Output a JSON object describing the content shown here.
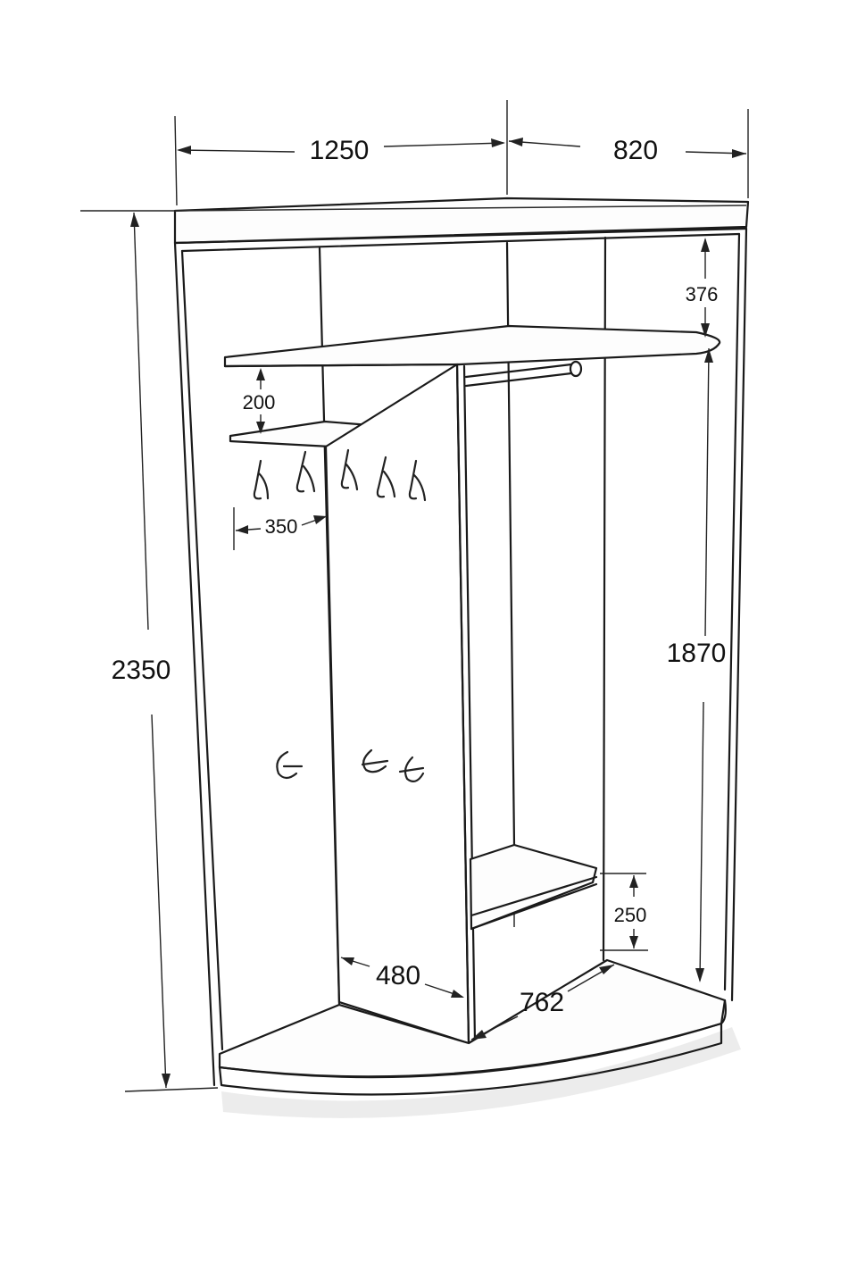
{
  "dimensions": {
    "total_width_left": "1250",
    "total_width_right": "820",
    "total_height": "2350",
    "top_gap": "376",
    "shelf_gap": "200",
    "shelf_depth": "350",
    "hanging_height": "1870",
    "bottom_shelf_height": "250",
    "panel_depth": "480",
    "bottom_width": "762"
  },
  "colors": {
    "line": "#1a1a1a",
    "background": "#ffffff"
  }
}
